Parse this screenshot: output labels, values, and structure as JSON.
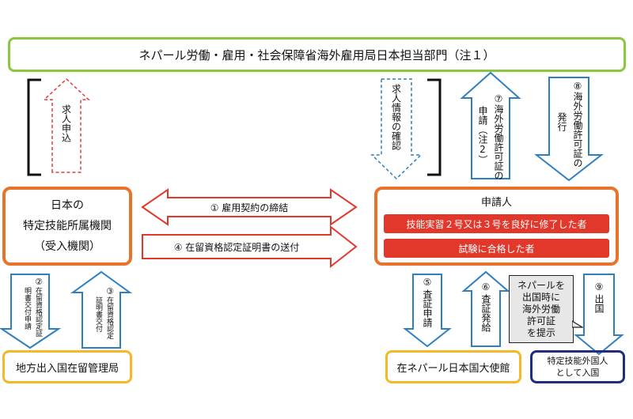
{
  "header": {
    "title": "ネパール労働・雇用・社会保障省海外雇用局日本担当部門（注１）"
  },
  "left_box": {
    "line1": "日本の",
    "line2": "特定技能所属機関",
    "line3": "（受入機関）"
  },
  "applicant_box": {
    "title": "申請人",
    "condition1": "技能実習２号又は３号を良好に修了した者",
    "condition2": "試験に合格した者"
  },
  "middle_arrows": {
    "step1": "① 雇用契約の締結",
    "step4": "④ 在留資格認定証明書の送付"
  },
  "top_arrows": {
    "job_offer": "求人申込",
    "job_confirm": "求人情報の確認",
    "step7_num": "⑦",
    "step7_a": "海外労働許可証の",
    "step7_b": "申請（注2）",
    "step8_num": "⑧",
    "step8_a": "海外労働許可証の",
    "step8_b": "発行"
  },
  "bottom_left": {
    "step2_num": "②",
    "step2_a": "在留資格認定証",
    "step2_b": "明書交付申請",
    "step3_num": "③",
    "step3_a": "在留資格認定",
    "step3_b": "証明書交付",
    "immigration": "地方出入国在留管理局"
  },
  "bottom_right": {
    "step5_num": "⑤",
    "step5_text": "査証申請",
    "step6_num": "⑥",
    "step6_text": "査証発給",
    "step9_num": "⑨",
    "step9_text": "出国",
    "note_line1": "ネパールを",
    "note_line2": "出国時に",
    "note_line3": "海外労働",
    "note_line4": "許可証",
    "note_line5": "を提示",
    "embassy": "在ネパール日本国大使館",
    "entry_line1": "特定技能外国人",
    "entry_line2": "として入国"
  },
  "colors": {
    "green": "#8cc63f",
    "orange": "#e8742c",
    "red": "#e2372b",
    "yellow": "#f5b827",
    "navy": "#1f2f7d",
    "blue": "#2f7fc0",
    "dashed_red": "#e23b3b"
  }
}
